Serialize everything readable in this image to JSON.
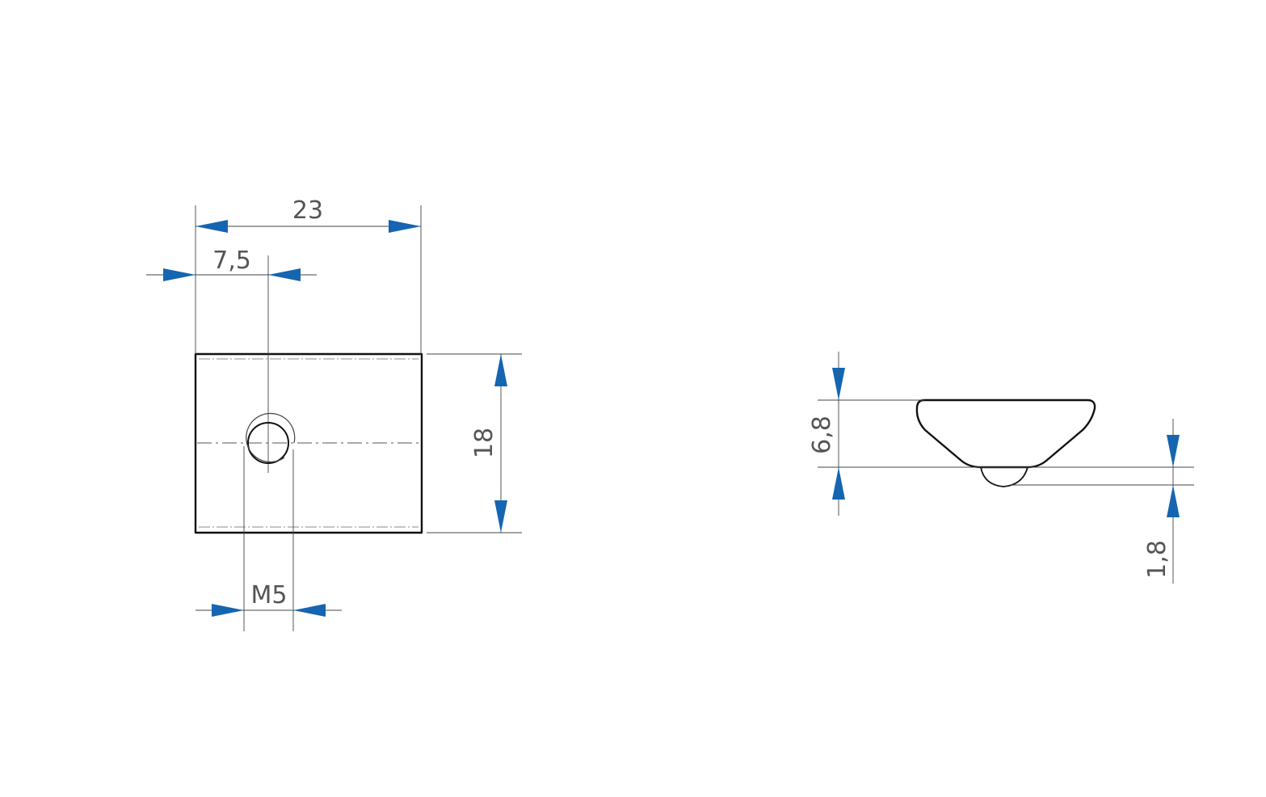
{
  "colors": {
    "arrow": "#1565b0",
    "outline": "#111111",
    "dimension_line": "#444444"
  },
  "dimensions": {
    "width": "23",
    "hole_offset": "7,5",
    "height": "18",
    "thread": "M5",
    "side_height": "6,8",
    "protrusion": "1,8"
  }
}
